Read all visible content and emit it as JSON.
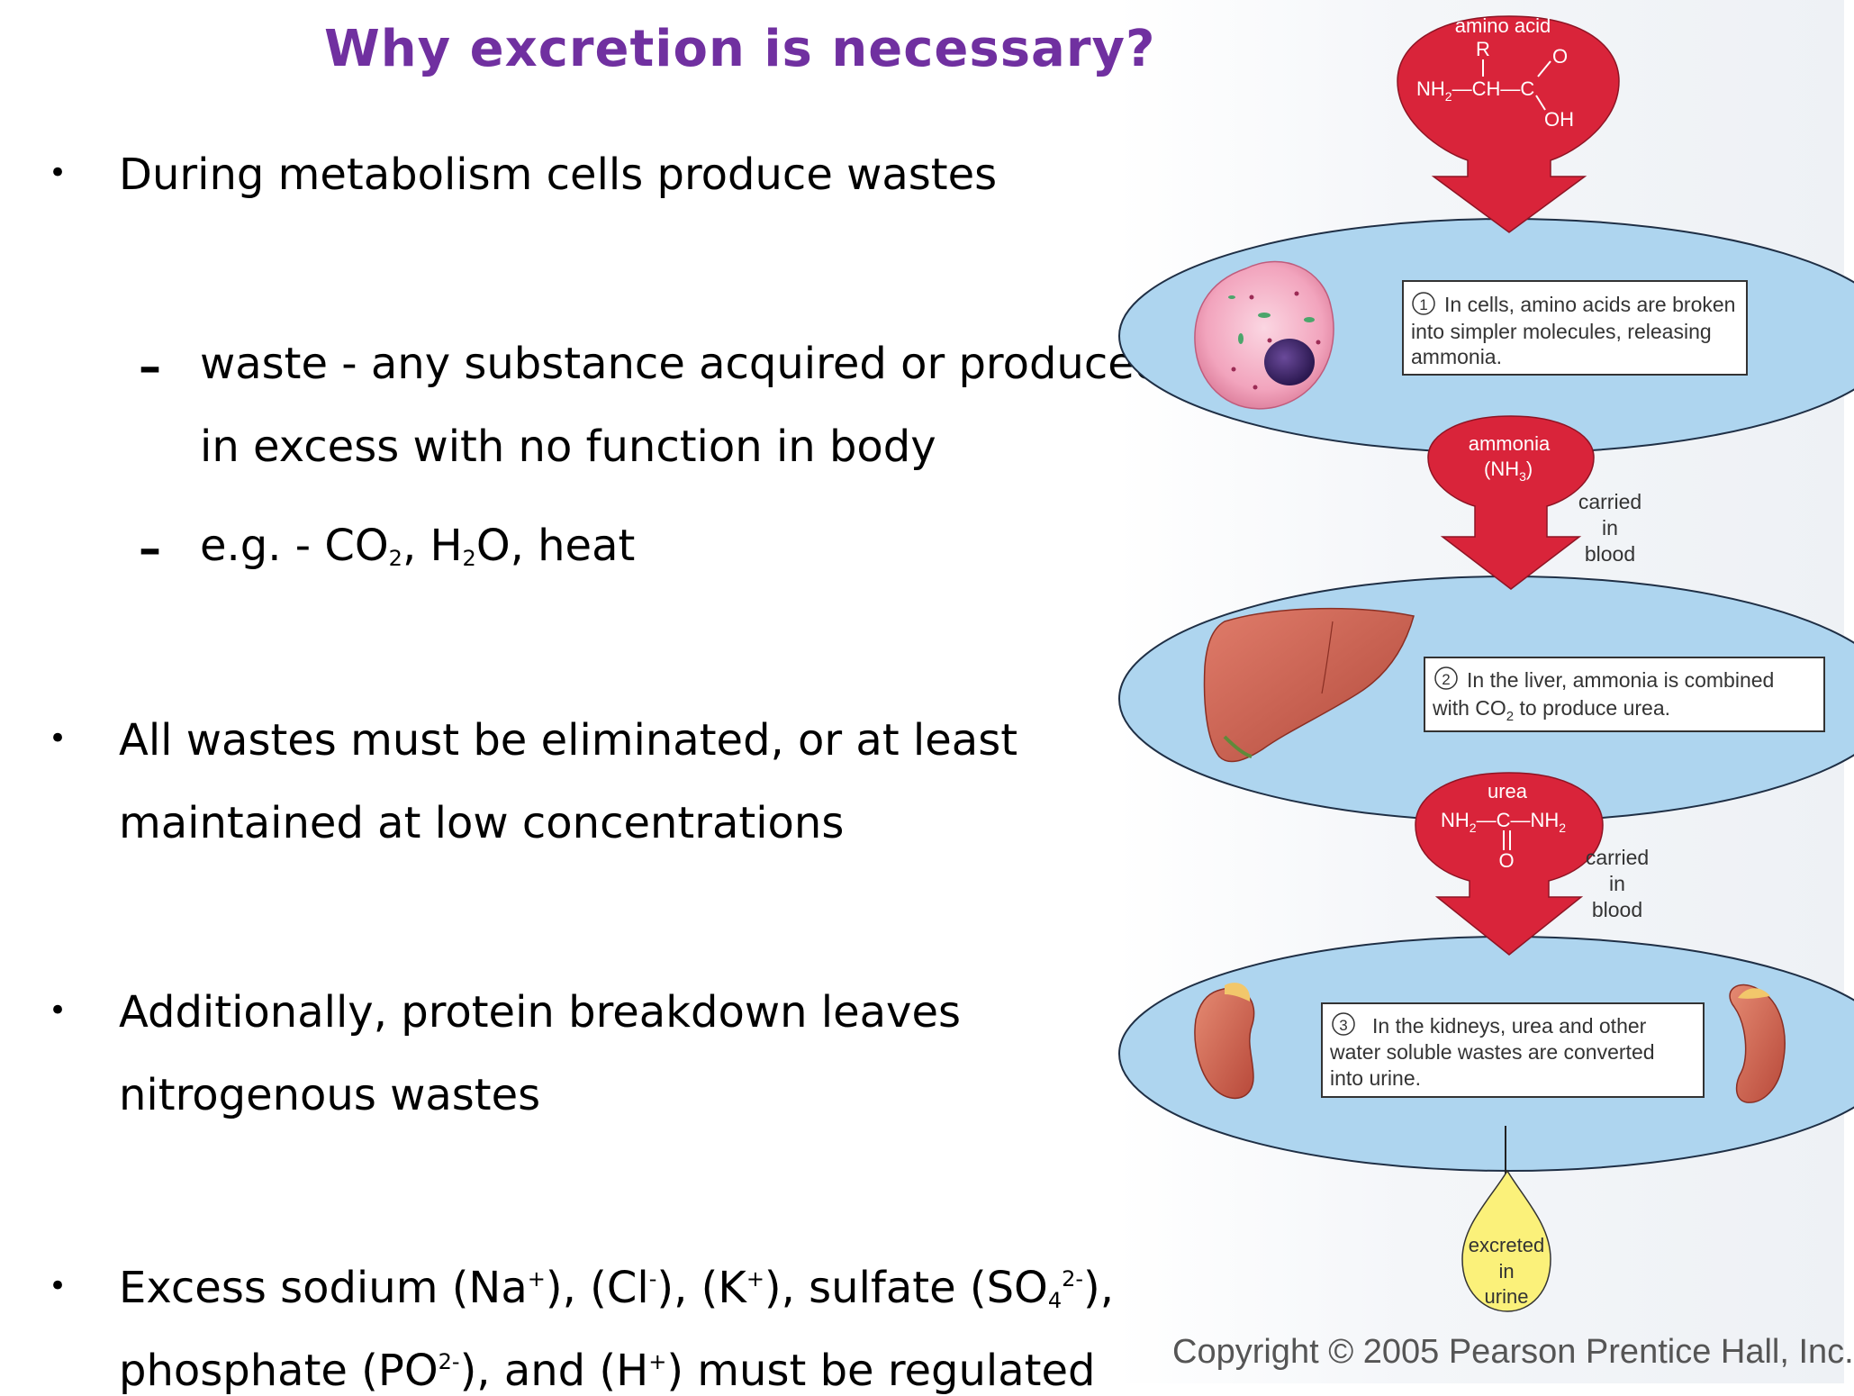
{
  "title": "Why excretion is necessary?",
  "bullets": {
    "b1": "During metabolism cells produce wastes",
    "b1_sub1_line1": "waste - any substance acquired or produced",
    "b1_sub1_line2": "in excess with no function in body",
    "b1_sub2": {
      "eg": "e.g. - CO",
      "co2_sub": "2",
      "h": ", H",
      "h2o_sub": "2",
      "rest": "O, heat"
    },
    "b2_line1": "All wastes must be eliminated, or at least",
    "b2_line2": "maintained at low concentrations",
    "b3_line1": "Additionally, protein breakdown leaves",
    "b3_line2": "nitrogenous wastes",
    "b4_line1": {
      "a": "Excess sodium (Na",
      "na_sup": "+",
      "b": "), (Cl",
      "cl_sup": "-",
      "c": "), (K",
      "k_sup": "+",
      "d": "), sulfate (SO",
      "so_sub": "4",
      "so_sup": "2-",
      "e": "),"
    },
    "b4_line2": {
      "a": "phosphate (PO",
      "po_sup": "2-",
      "b": "), and  (H",
      "h_sup": "+",
      "c": ") must be regulated"
    }
  },
  "diagram": {
    "amino_acid": {
      "label": "amino acid",
      "r": "R",
      "o": "O",
      "nh2": "NH",
      "nh2_sub": "2",
      "ch": "—CH—C",
      "oh": "OH"
    },
    "step1": {
      "num": "1",
      "line1": "In cells, amino acids are broken",
      "line2": "into simpler molecules, releasing",
      "line3": "ammonia."
    },
    "ammonia": {
      "line1": "ammonia",
      "line2": "(NH",
      "sub": "3",
      "line2_end": ")"
    },
    "carried1": {
      "line1": "carried",
      "line2": "in",
      "line3": "blood"
    },
    "step2": {
      "num": "2",
      "line1": "In the liver, ammonia is combined",
      "line2_a": "with CO",
      "line2_sub": "2",
      "line2_b": " to produce urea."
    },
    "urea": {
      "label": "urea",
      "left": "NH",
      "left_sub": "2",
      "mid": "—C—NH",
      "right_sub": "2",
      "o": "O"
    },
    "carried2": {
      "line1": "carried",
      "line2": "in",
      "line3": "blood"
    },
    "step3": {
      "num": "3",
      "line1": "In the kidneys, urea and other",
      "line2": "water soluble wastes are converted",
      "line3": "into urine."
    },
    "excreted": {
      "line1": "excreted",
      "line2": "in",
      "line3": "urine"
    },
    "copyright": "Copyright © 2005 Pearson Prentice Hall, Inc."
  }
}
